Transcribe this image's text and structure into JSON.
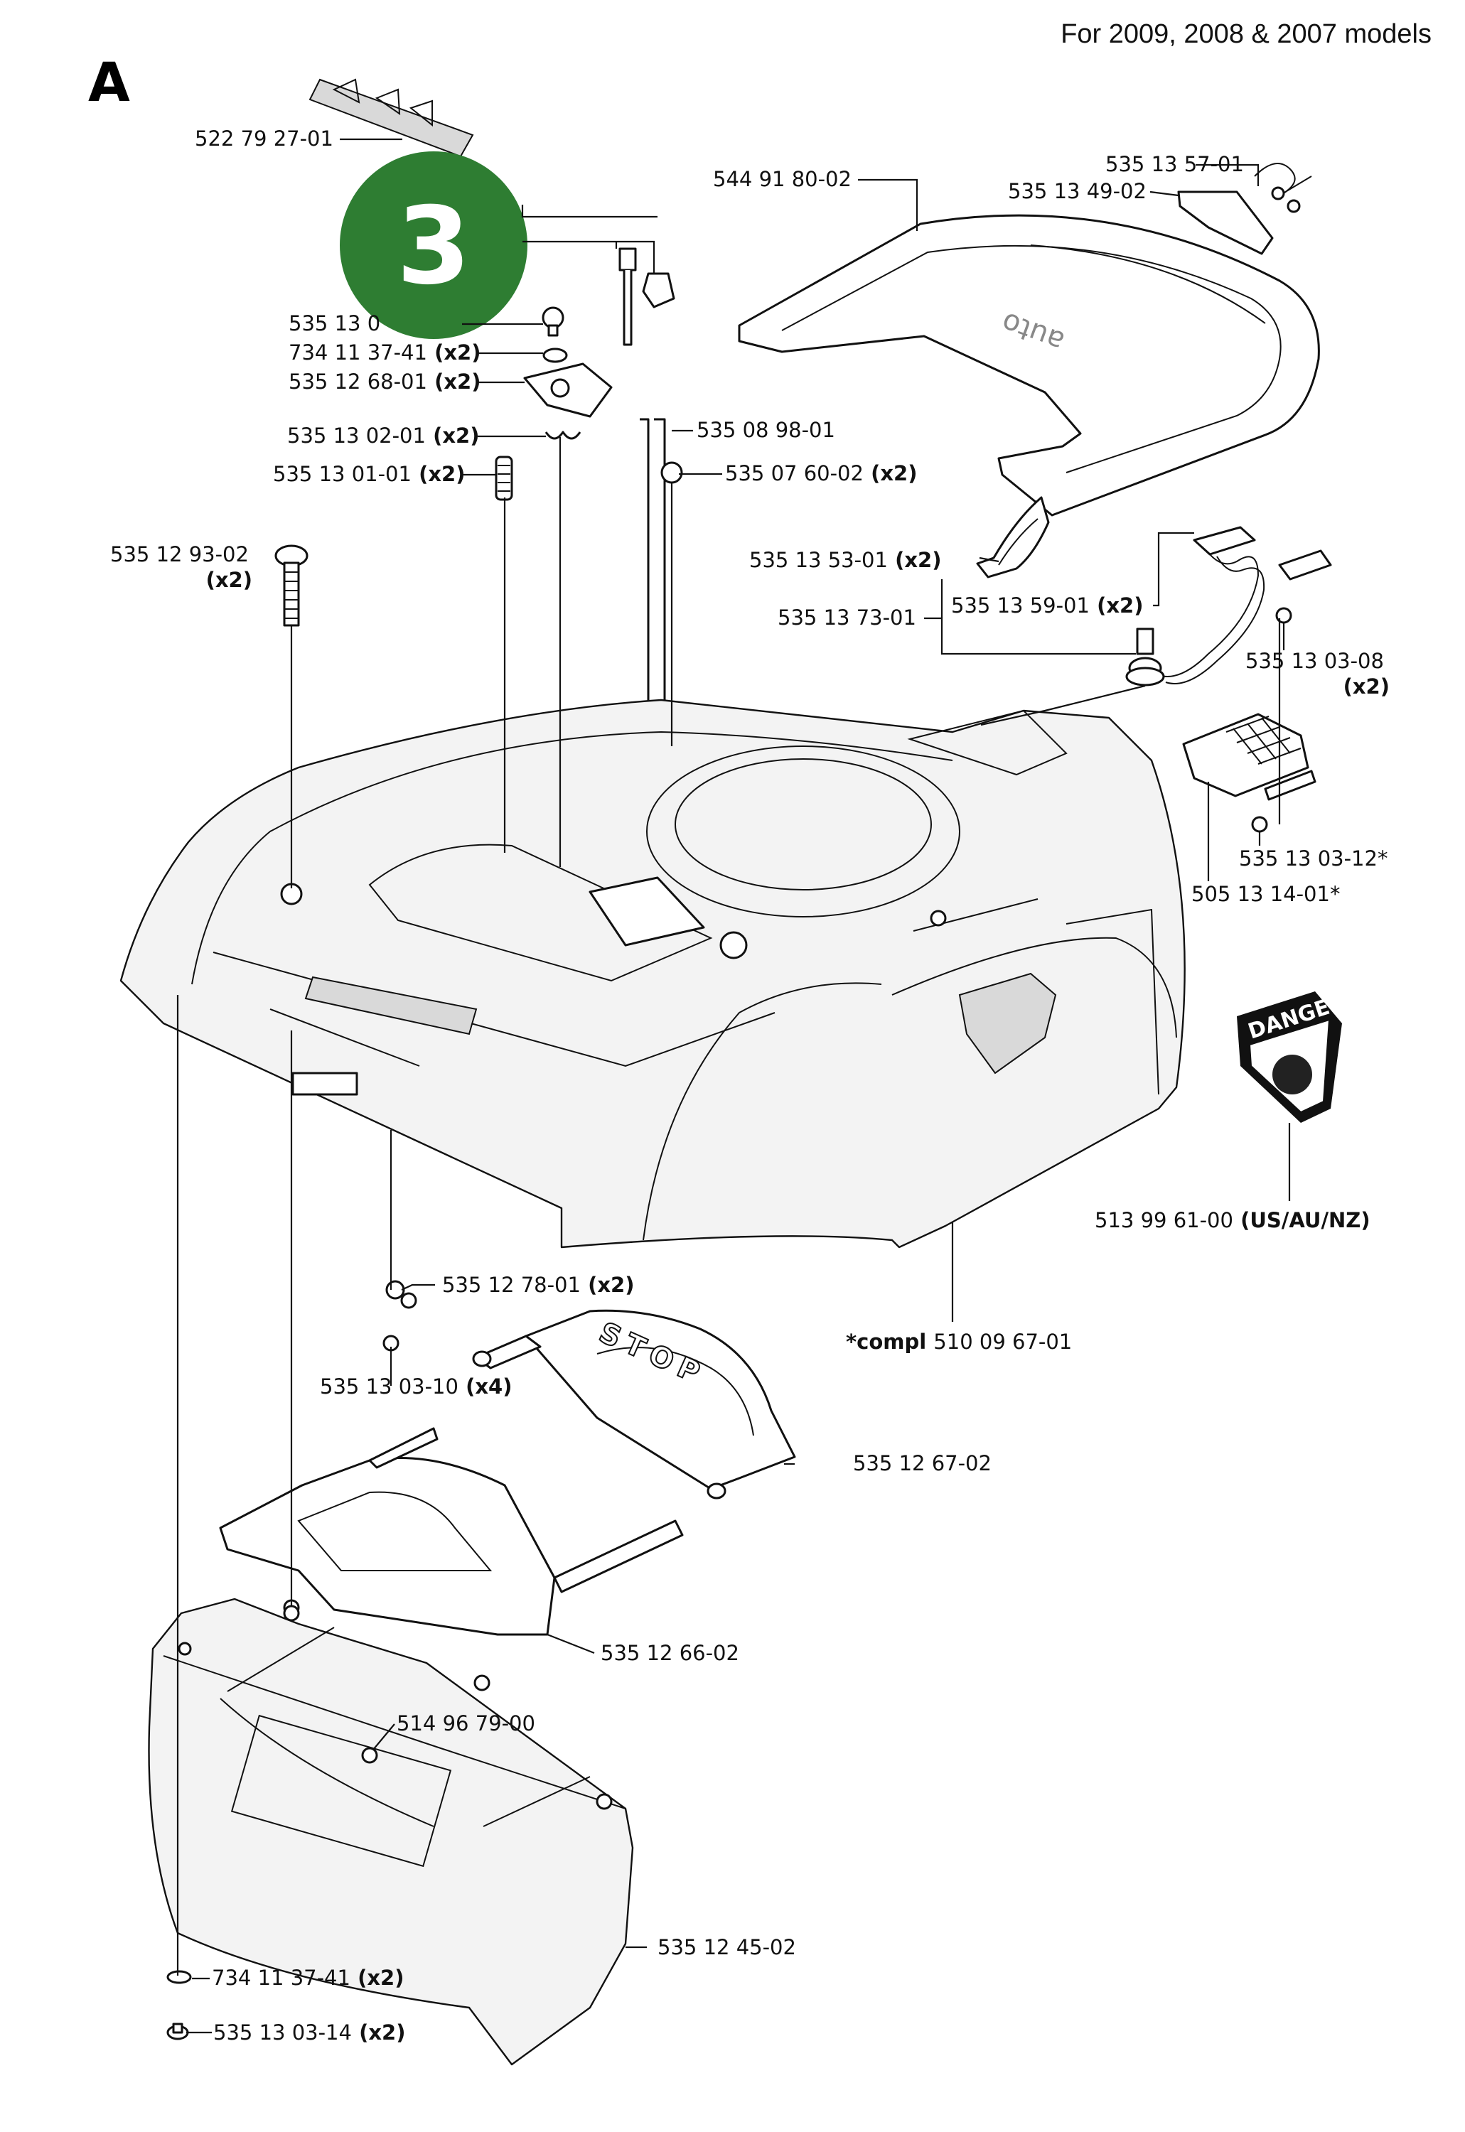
{
  "header": {
    "models_note": "For 2009, 2008 & 2007 models",
    "section_letter": "A"
  },
  "badge": {
    "number": "3",
    "color": "#2e7d32"
  },
  "stickers": {
    "danger_text": "DANGER",
    "stop_text": "STOP"
  },
  "parts": [
    {
      "id": "p01",
      "number": "522 79 27-01",
      "qty": ""
    },
    {
      "id": "p02",
      "number": "535 13 0",
      "qty": ""
    },
    {
      "id": "p03",
      "number": "734 11 37-41",
      "qty": "(x2)"
    },
    {
      "id": "p04",
      "number": "535 12 68-01",
      "qty": "(x2)"
    },
    {
      "id": "p05",
      "number": "535 13 02-01",
      "qty": "(x2)"
    },
    {
      "id": "p06",
      "number": "535 13 01-01",
      "qty": "(x2)"
    },
    {
      "id": "p07",
      "number": "535 12 93-02",
      "qty": "(x2)"
    },
    {
      "id": "p08",
      "number": "535 08 98-01",
      "qty": ""
    },
    {
      "id": "p09",
      "number": "535 07 60-02",
      "qty": "(x2)"
    },
    {
      "id": "p10",
      "number": "544 91 80-02",
      "qty": ""
    },
    {
      "id": "p11",
      "number": "535 13 57-01",
      "qty": ""
    },
    {
      "id": "p12",
      "number": "535 13 49-02",
      "qty": ""
    },
    {
      "id": "p13",
      "number": "535 13 53-01",
      "qty": "(x2)"
    },
    {
      "id": "p14",
      "number": "535 13 59-01",
      "qty": "(x2)"
    },
    {
      "id": "p15",
      "number": "535 13 73-01",
      "qty": ""
    },
    {
      "id": "p16",
      "number": "535 13 03-08",
      "qty": "(x2)"
    },
    {
      "id": "p17",
      "number": "535 13 03-12*",
      "qty": ""
    },
    {
      "id": "p18",
      "number": "505 13 14-01*",
      "qty": ""
    },
    {
      "id": "p19",
      "number": "513 99 61-00",
      "qty": "(US/AU/NZ)"
    },
    {
      "id": "p20",
      "number": "510 09 67-01",
      "qty": "",
      "prefix": "*compl"
    },
    {
      "id": "p21",
      "number": "535 12 78-01",
      "qty": "(x2)"
    },
    {
      "id": "p22",
      "number": "535 13 03-10",
      "qty": "(x4)"
    },
    {
      "id": "p23",
      "number": "535 12 67-02",
      "qty": ""
    },
    {
      "id": "p24",
      "number": "535 12 66-02",
      "qty": ""
    },
    {
      "id": "p25",
      "number": "514 96 79-00",
      "qty": ""
    },
    {
      "id": "p26",
      "number": "535 12 45-02",
      "qty": ""
    },
    {
      "id": "p27",
      "number": "734 11 37-41",
      "qty": "(x2)"
    },
    {
      "id": "p28",
      "number": "535 13 03-14",
      "qty": "(x2)"
    }
  ]
}
